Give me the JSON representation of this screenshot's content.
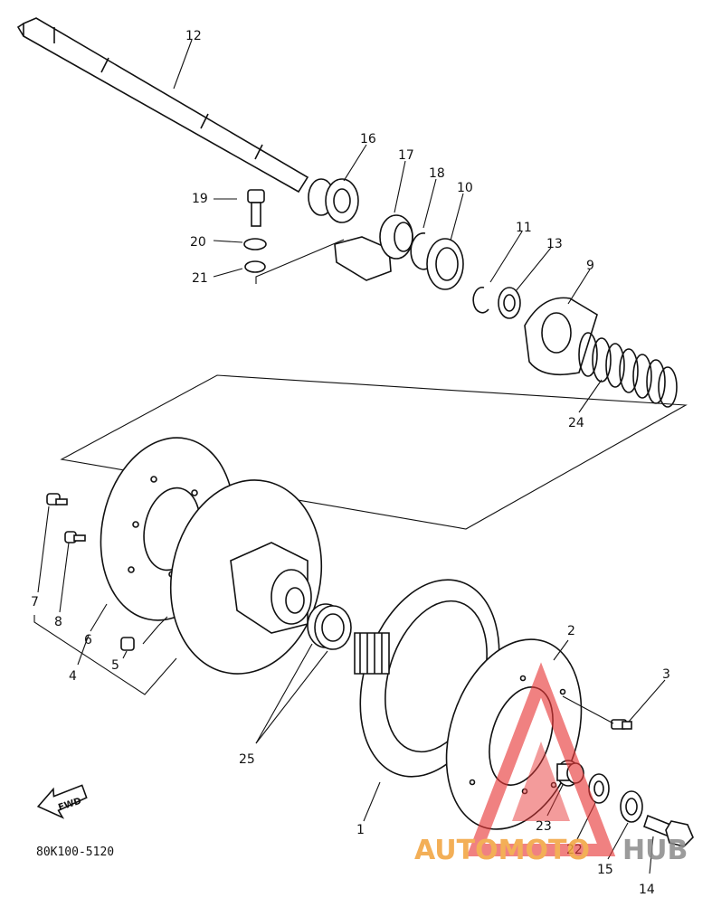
{
  "drawing_code": "80K100-5120",
  "fwd_label": "FWD",
  "watermark": {
    "brand_left": "AUTOMOTO",
    "brand_right": "HUB",
    "color_left": "#f2a23a",
    "color_right": "#8a8a8a",
    "triangle_color": "#e83a3a"
  },
  "callouts": [
    {
      "id": "c1",
      "text": "1"
    },
    {
      "id": "c2",
      "text": "2"
    },
    {
      "id": "c3",
      "text": "3"
    },
    {
      "id": "c4",
      "text": "4"
    },
    {
      "id": "c5",
      "text": "5"
    },
    {
      "id": "c6",
      "text": "6"
    },
    {
      "id": "c7",
      "text": "7"
    },
    {
      "id": "c8",
      "text": "8"
    },
    {
      "id": "c9",
      "text": "9"
    },
    {
      "id": "c10",
      "text": "10"
    },
    {
      "id": "c11",
      "text": "11"
    },
    {
      "id": "c12",
      "text": "12"
    },
    {
      "id": "c13",
      "text": "13"
    },
    {
      "id": "c14",
      "text": "14"
    },
    {
      "id": "c15",
      "text": "15"
    },
    {
      "id": "c16",
      "text": "16"
    },
    {
      "id": "c17",
      "text": "17"
    },
    {
      "id": "c18",
      "text": "18"
    },
    {
      "id": "c19",
      "text": "19"
    },
    {
      "id": "c20",
      "text": "20"
    },
    {
      "id": "c21",
      "text": "21"
    },
    {
      "id": "c22",
      "text": "22"
    },
    {
      "id": "c23",
      "text": "23"
    },
    {
      "id": "c24",
      "text": "24"
    },
    {
      "id": "c25",
      "text": "25"
    }
  ]
}
